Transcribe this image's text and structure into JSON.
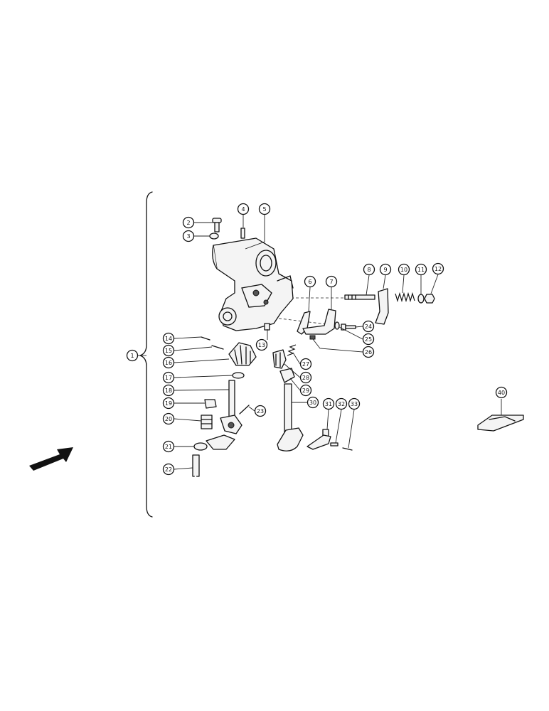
{
  "callouts": [
    {
      "id": "c1",
      "label": "1"
    },
    {
      "id": "c2",
      "label": "2"
    },
    {
      "id": "c3",
      "label": "3"
    },
    {
      "id": "c4",
      "label": "4"
    },
    {
      "id": "c5",
      "label": "5"
    },
    {
      "id": "c6",
      "label": "6"
    },
    {
      "id": "c7",
      "label": "7"
    },
    {
      "id": "c8",
      "label": "8"
    },
    {
      "id": "c9",
      "label": "9"
    },
    {
      "id": "c10",
      "label": "10"
    },
    {
      "id": "c11",
      "label": "11"
    },
    {
      "id": "c12",
      "label": "12"
    },
    {
      "id": "c13",
      "label": "13"
    },
    {
      "id": "c14",
      "label": "14"
    },
    {
      "id": "c15",
      "label": "15"
    },
    {
      "id": "c16",
      "label": "16"
    },
    {
      "id": "c17",
      "label": "17"
    },
    {
      "id": "c18",
      "label": "18"
    },
    {
      "id": "c19",
      "label": "19"
    },
    {
      "id": "c20",
      "label": "20"
    },
    {
      "id": "c21",
      "label": "21"
    },
    {
      "id": "c22",
      "label": "22"
    },
    {
      "id": "c23",
      "label": "23"
    },
    {
      "id": "c24",
      "label": "24"
    },
    {
      "id": "c25",
      "label": "25"
    },
    {
      "id": "c26",
      "label": "26"
    },
    {
      "id": "c27",
      "label": "27"
    },
    {
      "id": "c28",
      "label": "28"
    },
    {
      "id": "c29",
      "label": "29"
    },
    {
      "id": "c30",
      "label": "30"
    },
    {
      "id": "c31",
      "label": "31"
    },
    {
      "id": "c32",
      "label": "32"
    },
    {
      "id": "c33",
      "label": "33"
    },
    {
      "id": "c40",
      "label": "40"
    }
  ],
  "colors": {
    "ink": "#111111",
    "paper": "#ffffff"
  }
}
